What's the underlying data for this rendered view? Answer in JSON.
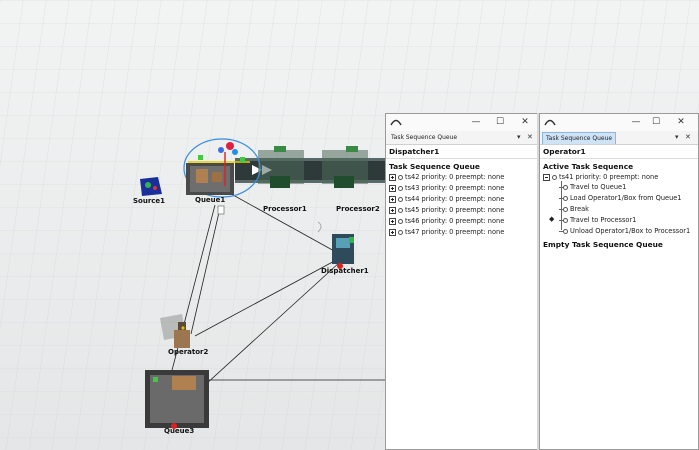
{
  "scene": {
    "objects": {
      "source": "Source1",
      "queue1": "Queue1",
      "processor1": "Processor1",
      "processor2": "Processor2",
      "dispatcher": "Dispatcher1",
      "operator": "Operator2",
      "queue3": "Queue3"
    }
  },
  "dispatcher_window": {
    "tab_label": "Task Sequence Queue",
    "title": "Dispatcher1",
    "section": "Task Sequence Queue",
    "rows": [
      "ts42 priority: 0 preempt: none",
      "ts43 priority: 0 preempt: none",
      "ts44 priority: 0 preempt: none",
      "ts45 priority: 0 preempt: none",
      "ts46 priority: 0 preempt: none",
      "ts47 priority: 0 preempt: none"
    ],
    "controls": {
      "pin": "▾",
      "close": "✕"
    }
  },
  "operator_window": {
    "tab_label": "Task Sequence Queue",
    "title": "Operator1",
    "active_section": "Active Task Sequence",
    "active_ts": "ts41 priority: 0 preempt: none",
    "tasks": [
      "Travel to Queue1",
      "Load Operator1/Box from Queue1",
      "Break",
      "Travel to Processor1",
      "Unload Operator1/Box to Processor1"
    ],
    "current_task_marker": "◆",
    "empty_section": "Empty Task Sequence Queue",
    "controls": {
      "pin": "▾",
      "close": "✕"
    }
  },
  "window_buttons": {
    "minimize": "—",
    "maximize": "☐",
    "close": "✕"
  }
}
